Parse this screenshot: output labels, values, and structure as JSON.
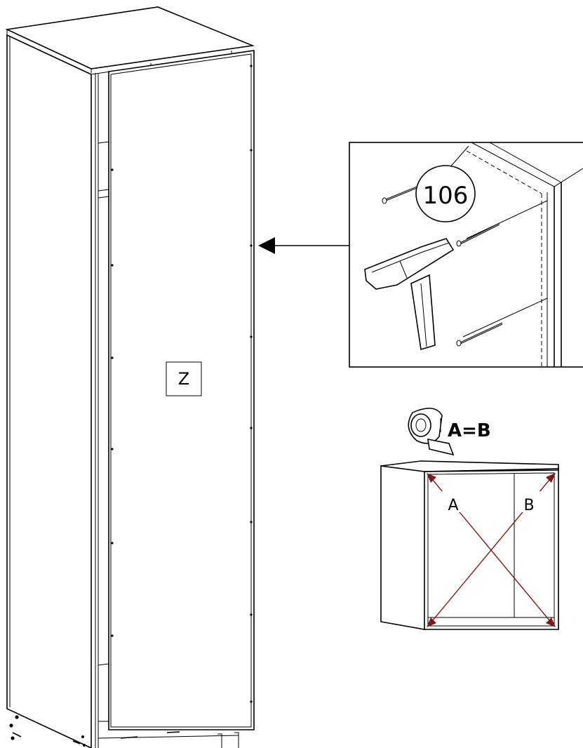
{
  "panel_label": "Z",
  "part_number": "106",
  "equation": "A=B",
  "diagonal_a": "A",
  "diagonal_b": "B",
  "icons": [
    "hammer-icon",
    "tape-measure-icon",
    "nail-icon",
    "arrow-left-icon"
  ],
  "accent_color": "#7b1a1a"
}
